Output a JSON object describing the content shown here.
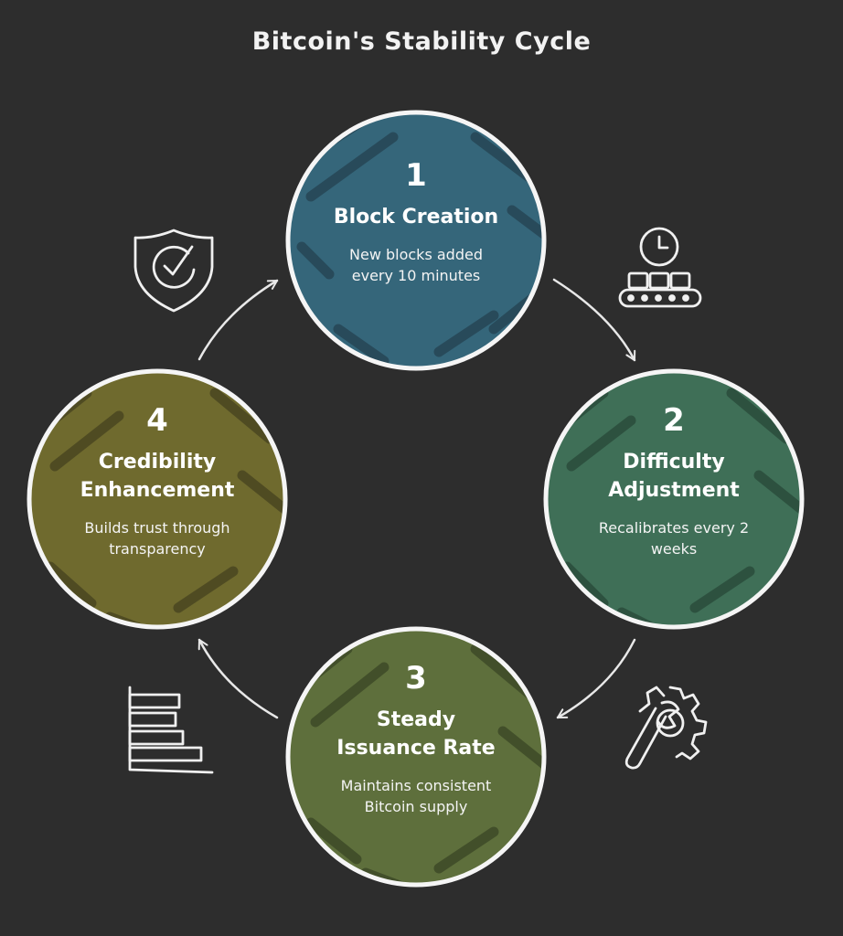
{
  "title": "Bitcoin's Stability Cycle",
  "colors": {
    "background": "#2d2d2d",
    "outline": "#f5f5f5",
    "arrow": "#e8e8e8"
  },
  "steps": [
    {
      "number": "1",
      "heading": "Block Creation",
      "description": "New blocks added every 10 minutes",
      "color": "#35667a",
      "icon": "clock-conveyor-icon"
    },
    {
      "number": "2",
      "heading": "Difficulty Adjustment",
      "description": "Recalibrates every 2 weeks",
      "color": "#3f6f57",
      "icon": "wrench-gear-icon"
    },
    {
      "number": "3",
      "heading": "Steady Issuance Rate",
      "description": "Maintains consistent Bitcoin supply",
      "color": "#5e6f3c",
      "icon": "bar-chart-icon"
    },
    {
      "number": "4",
      "heading": "Credibility Enhancement",
      "description": "Builds trust through transparency",
      "color": "#6f6a2e",
      "icon": "shield-check-icon"
    }
  ]
}
